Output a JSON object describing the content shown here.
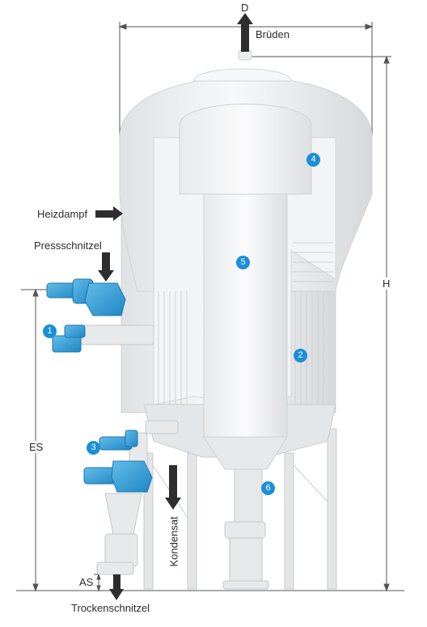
{
  "labels": {
    "d": "D",
    "bruden": "Brüden",
    "heizdampf": "Heizdampf",
    "pressschnitzel": "Pressschnitzel",
    "h": "H",
    "es": "ES",
    "as": "AS",
    "kondensat": "Kondensat",
    "trockenschnitzel": "Trockenschnitzel"
  },
  "markers": [
    {
      "id": "m1",
      "label": "1"
    },
    {
      "id": "m2",
      "label": "2"
    },
    {
      "id": "m3",
      "label": "3"
    },
    {
      "id": "m4",
      "label": "4"
    },
    {
      "id": "m5",
      "label": "5"
    },
    {
      "id": "m6",
      "label": "6"
    }
  ],
  "colors": {
    "marker": "#1a8fd6",
    "equipment_blue": "#3aa6dd",
    "arrow": "#2e2e2e",
    "vessel": "#eef0f1"
  }
}
